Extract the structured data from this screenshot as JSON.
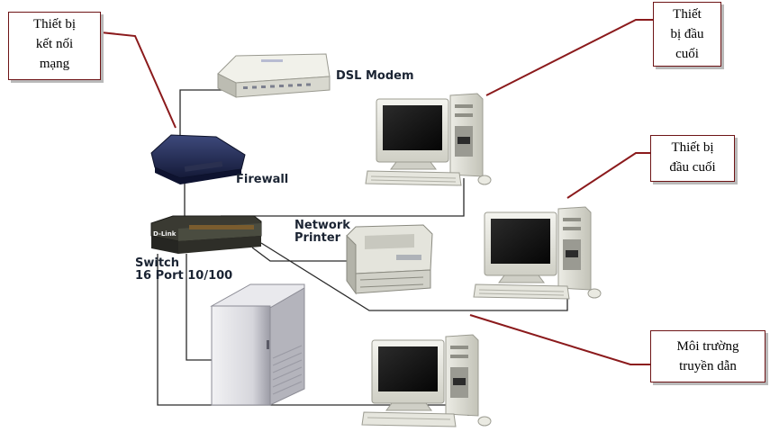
{
  "callouts": {
    "network_device": [
      "Thiết bị",
      "kết nối",
      "mạng"
    ],
    "end_device_top": [
      "Thiết",
      "bị đầu",
      "cuối"
    ],
    "end_device_mid": [
      "Thiết bị",
      "đầu cuối"
    ],
    "medium": [
      "Môi trường",
      "truyền dẫn"
    ]
  },
  "devices": {
    "dsl_modem": "DSL Modem",
    "firewall": "Firewall",
    "network_printer": [
      "Network",
      "Printer"
    ],
    "switch": [
      "Switch",
      "16 Port 10/100"
    ],
    "switch_brand": "D-Link"
  },
  "colors": {
    "callout_border": "#6e1416",
    "callout_line": "#8b1a1c",
    "cable": "#2a2a2a",
    "label_text": "#1b2433"
  }
}
